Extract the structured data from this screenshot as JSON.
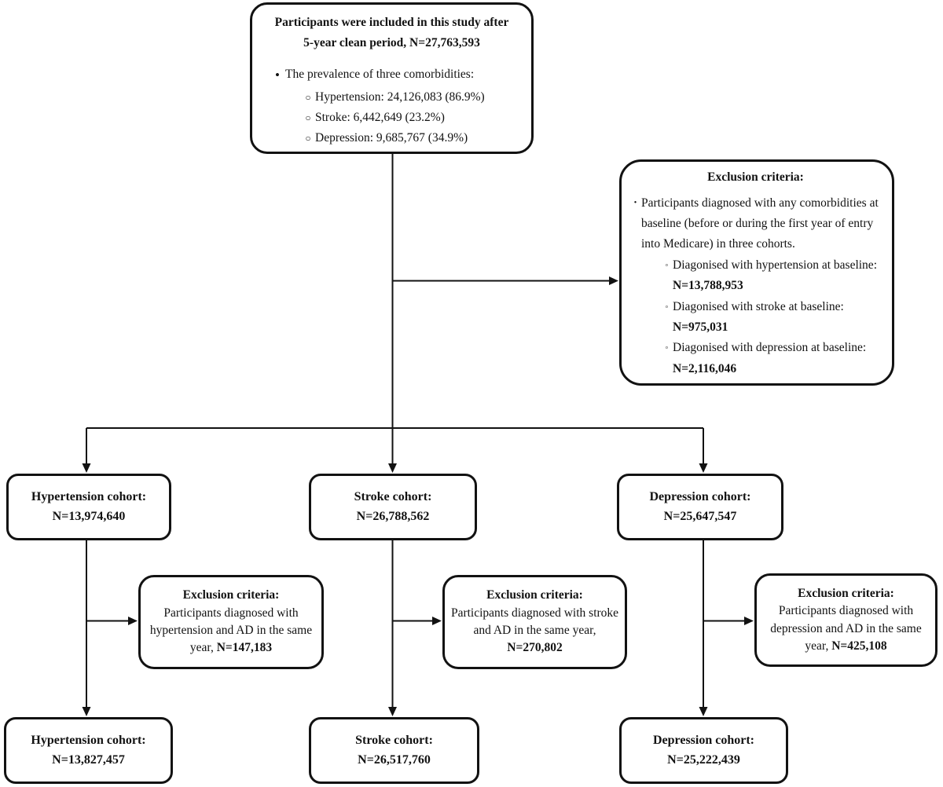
{
  "top_box": {
    "title_line1": "Participants were included in this study after",
    "title_line2": "5-year clean period, N=27,763,593",
    "bullet": "The prevalence of three comorbidities:",
    "items": [
      "Hypertension: 24,126,083 (86.9%)",
      "Stroke: 6,442,649 (23.2%)",
      "Depression: 9,685,767 (34.9%)"
    ]
  },
  "exclusion_main": {
    "title": "Exclusion criteria:",
    "bullet": "Participants diagnosed with any comorbidities at baseline (before or during the first year of entry into Medicare) in three cohorts.",
    "items": [
      {
        "label": "Diagonised with hypertension at baseline: ",
        "value": "N=13,788,953"
      },
      {
        "label": "Diagonised with stroke at baseline: ",
        "value": "N=975,031"
      },
      {
        "label": "Diagonised with depression at baseline: ",
        "value": "N=2,116,046"
      }
    ]
  },
  "cohorts": [
    {
      "title": "Hypertension cohort:",
      "n": "N=13,974,640"
    },
    {
      "title": "Stroke cohort:",
      "n": "N=26,788,562"
    },
    {
      "title": "Depression cohort:",
      "n": "N=25,647,547"
    }
  ],
  "exclusions": [
    {
      "title": "Exclusion criteria:",
      "text": "Participants diagnosed with hypertension and AD in the same year, ",
      "value": "N=147,183"
    },
    {
      "title": "Exclusion criteria:",
      "text": "Participants diagnosed with stroke and AD in the same year, ",
      "value": "N=270,802"
    },
    {
      "title": "Exclusion criteria:",
      "text": "Participants diagnosed with depression and AD in the same year, ",
      "value": "N=425,108"
    }
  ],
  "final_cohorts": [
    {
      "title": "Hypertension cohort:",
      "n": "N=13,827,457"
    },
    {
      "title": "Stroke cohort:",
      "n": "N=26,517,760"
    },
    {
      "title": "Depression cohort:",
      "n": "N=25,222,439"
    }
  ],
  "colors": {
    "line": "#121212",
    "border": "#121212",
    "background": "#ffffff",
    "text": "#121212"
  }
}
